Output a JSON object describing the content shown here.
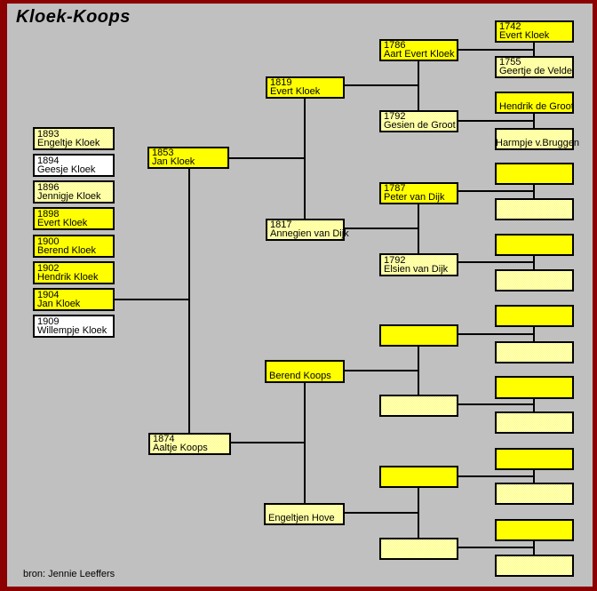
{
  "title": "Kloek-Koops",
  "footer": {
    "source": "bron: Jennie Leeffers"
  },
  "colors": {
    "page-bg": "#c0c0c0",
    "frame": "#8b0000",
    "box-yellow": "#ffff00",
    "box-pale": "#ffffa6",
    "box-white": "#ffffff",
    "line": "#000000",
    "text": "#000000"
  },
  "tree": {
    "children": [
      {
        "year": "1893",
        "name": "Engeltje Kloek"
      },
      {
        "year": "1894",
        "name": "Geesje Kloek"
      },
      {
        "year": "1896",
        "name": "Jennigje Kloek"
      },
      {
        "year": "1898",
        "name": "Evert Kloek"
      },
      {
        "year": "1900",
        "name": "Berend Kloek"
      },
      {
        "year": "1902",
        "name": "Hendrik Kloek"
      },
      {
        "year": "1904",
        "name": "Jan Kloek"
      },
      {
        "year": "1909",
        "name": "Willempje Kloek"
      }
    ],
    "gen2": [
      {
        "year": "1853",
        "name": "Jan Kloek"
      },
      {
        "year": "1874",
        "name": "Aaltje Koops"
      }
    ],
    "gen3": [
      {
        "year": "1819",
        "name": "Evert Kloek"
      },
      {
        "year": "1817",
        "name": "Annegien van Dijk"
      },
      {
        "year": "",
        "name": "Berend Koops"
      },
      {
        "year": "",
        "name": "Engeltjen Hove"
      }
    ],
    "gen4": [
      {
        "year": "1786",
        "name": "Aart Evert Kloek"
      },
      {
        "year": "1792",
        "name": "Gesien de Groot"
      },
      {
        "year": "1787",
        "name": "Peter van Dijk"
      },
      {
        "year": "1792",
        "name": "Elsien van Dijk"
      }
    ],
    "gen5": [
      {
        "year": "1742",
        "name": "Evert Kloek"
      },
      {
        "year": "1755",
        "name": "Geertje de Velde"
      },
      {
        "year": "",
        "name": "Hendrik de Groot"
      },
      {
        "year": "",
        "name": "Harmpje v.Bruggen"
      }
    ]
  }
}
